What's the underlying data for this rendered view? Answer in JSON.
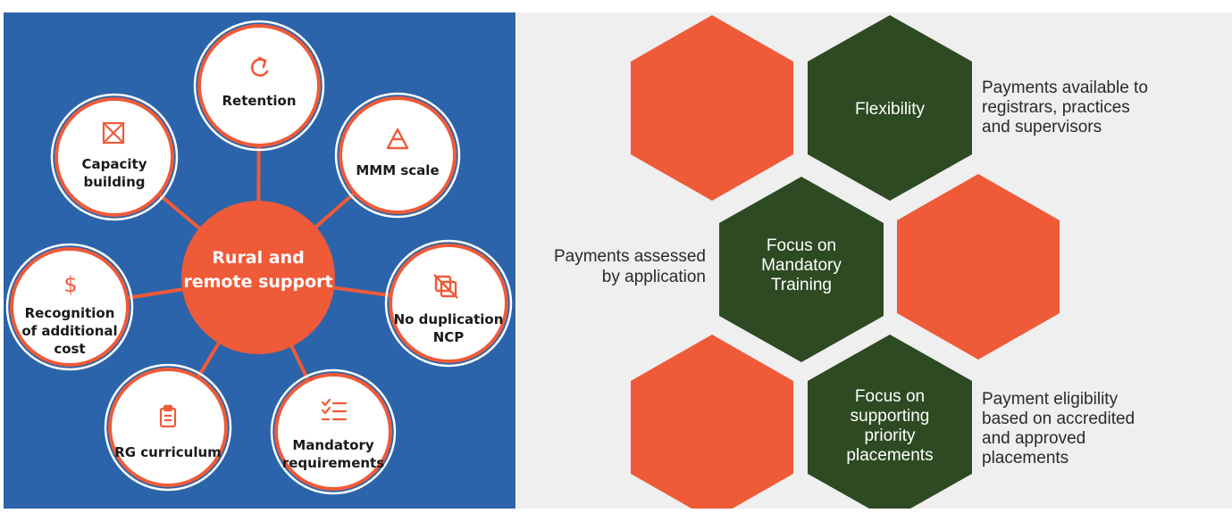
{
  "wheel": {
    "hub": {
      "line1": "Rural and",
      "line2": "remote support"
    },
    "nodes": [
      {
        "lines": [
          "Retention"
        ],
        "icon": "refresh-icon"
      },
      {
        "lines": [
          "MMM scale"
        ],
        "icon": "triangle-scale-icon"
      },
      {
        "lines": [
          "No duplication",
          "NCP"
        ],
        "icon": "no-duplication-icon"
      },
      {
        "lines": [
          "Mandatory",
          "requirements"
        ],
        "icon": "checklist-icon"
      },
      {
        "lines": [
          "RG curriculum"
        ],
        "icon": "clipboard-icon"
      },
      {
        "lines": [
          "Recognition",
          "of additional",
          "cost"
        ],
        "icon": "dollar-icon"
      },
      {
        "lines": [
          "Capacity",
          "building"
        ],
        "icon": "expand-arrows-icon"
      }
    ],
    "colors": {
      "background": "#2b64ab",
      "accent": "#ef5a38",
      "node_fill": "#ffffff"
    }
  },
  "hexagons": {
    "items": [
      {
        "lines": [],
        "color": "orange"
      },
      {
        "lines": [
          "Flexibility"
        ],
        "color": "green"
      },
      {
        "lines": [
          "Focus on",
          "Mandatory",
          "Training"
        ],
        "color": "green"
      },
      {
        "lines": [],
        "color": "orange"
      },
      {
        "lines": [],
        "color": "orange"
      },
      {
        "lines": [
          "Focus on",
          "supporting",
          "priority",
          "placements"
        ],
        "color": "green"
      }
    ],
    "notes": [
      {
        "lines": [
          "Payments available to",
          "registrars, practices",
          "and supervisors"
        ]
      },
      {
        "lines": [
          "Payments assessed",
          "by application"
        ]
      },
      {
        "lines": [
          "Payment eligibility",
          "based on accredited",
          "and approved",
          "placements"
        ]
      }
    ],
    "colors": {
      "orange": "#ef5a38",
      "green": "#2d4a22",
      "background": "#efefef"
    }
  }
}
